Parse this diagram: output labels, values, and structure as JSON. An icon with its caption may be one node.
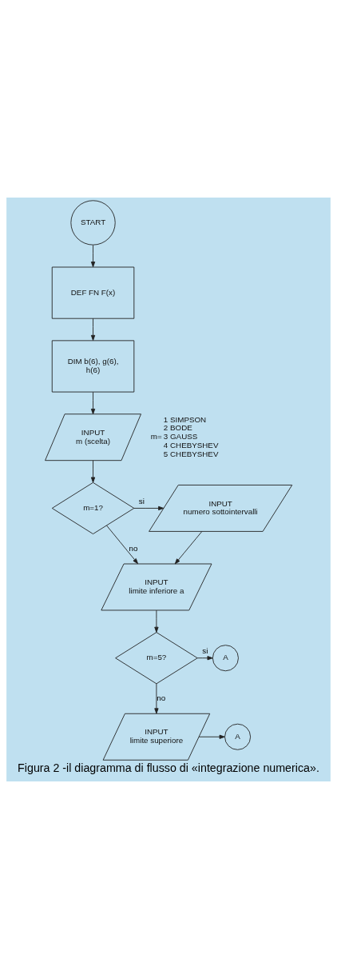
{
  "diagram": {
    "caption": "Figura 2 -il diagramma di flusso di «integrazione numerica».",
    "nodes": [
      {
        "text": [
          "START"
        ]
      },
      {
        "text": [
          "DEF FN F(x)"
        ]
      },
      {
        "text": [
          "DIM b(6), g(6), h(6)"
        ]
      },
      {
        "text": [
          "INPUT m (scelta)"
        ],
        "beside": [
          "m=",
          "1 SIMPSON 2 BODE 3 GAUSS 4 CHEBYSHEV 5 CHEBYSHEV"
        ]
      },
      {
        "text": [
          "m=1?"
        ]
      },
      {
        "text": [
          "INPUT numero sottointervalli"
        ]
      },
      {
        "text": [
          "INPUT limite inferiore a"
        ]
      },
      {
        "text": [
          "m=5?"
        ]
      },
      {
        "text": [
          "A"
        ]
      },
      {
        "text": [
          "INPUT limite superiore"
        ]
      },
      {
        "text": [
          "A"
        ]
      }
    ],
    "edges": [
      {
        "from": 0,
        "to": 1,
        "arrow": "to"
      },
      {
        "from": 1,
        "to": 2,
        "arrow": "to"
      },
      {
        "from": 2,
        "to": 3,
        "arrow": "to"
      },
      {
        "from": 3,
        "to": 4,
        "arrow": "to"
      },
      {
        "from": 4,
        "to": 5,
        "arrow": "to",
        "label": "si"
      },
      {
        "from": 4,
        "to": 6,
        "arrow": "to",
        "label": "no"
      },
      {
        "from": 5,
        "to": 6,
        "arrow": "to"
      },
      {
        "from": 6,
        "to": 7,
        "arrow": "to"
      },
      {
        "from": 7,
        "to": 8,
        "arrow": "to",
        "label": "si"
      },
      {
        "from": 7,
        "to": 9,
        "arrow": "to",
        "label": "no"
      },
      {
        "from": 9,
        "to": 10,
        "arrow": "to"
      }
    ]
  }
}
